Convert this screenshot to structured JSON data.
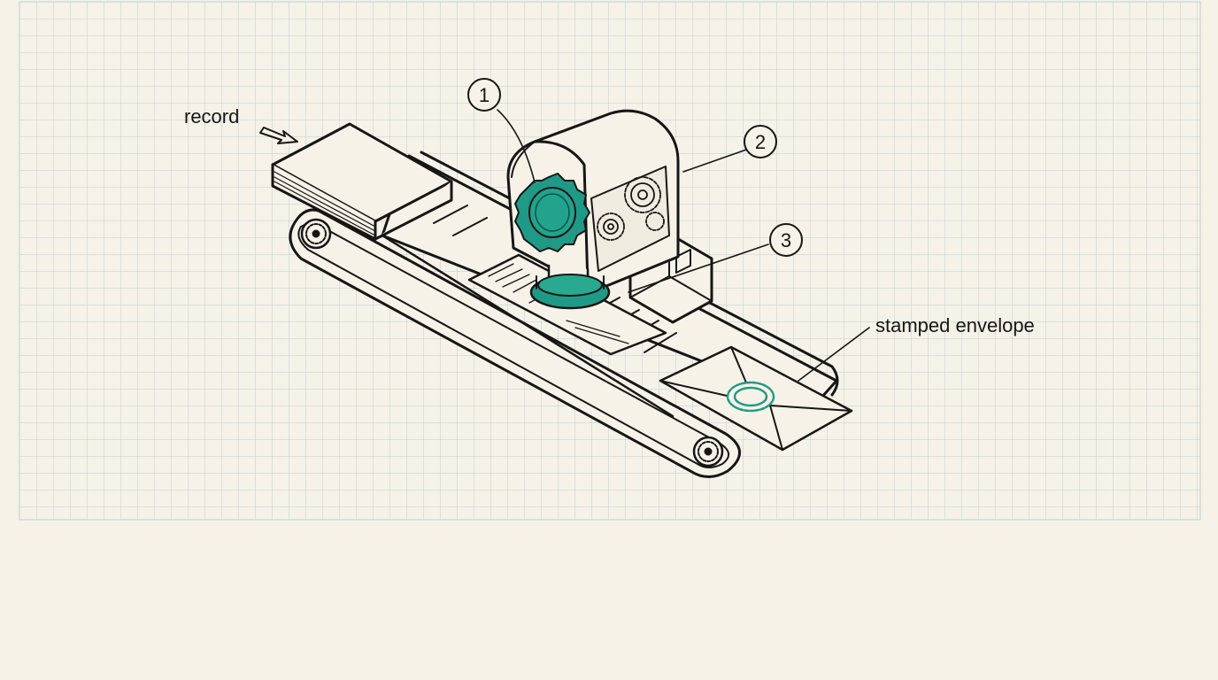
{
  "labels": {
    "input": "record",
    "output": "stamped envelope"
  },
  "callouts": [
    {
      "number": "1"
    },
    {
      "number": "2"
    },
    {
      "number": "3"
    }
  ],
  "colors": {
    "paper": "#f6f2e7",
    "grid": "#a9c6d3",
    "ink": "#161616",
    "accent": "#1f9a86"
  }
}
